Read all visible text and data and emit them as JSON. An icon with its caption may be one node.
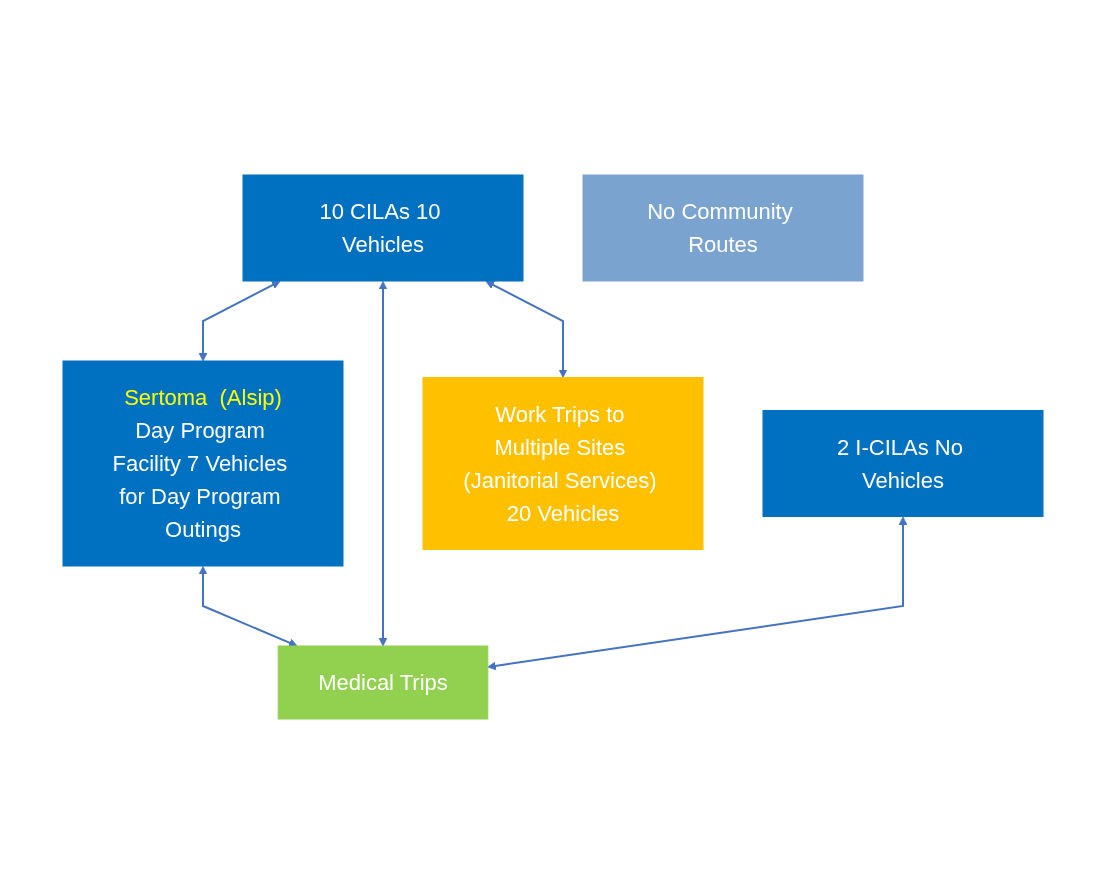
{
  "diagram": {
    "nodes": [
      {
        "text": [
          "10 CILAs 10 Vehicles"
        ]
      },
      {
        "text": [
          "No Community Routes"
        ]
      },
      {
        "text": [
          "2 I-CILAs No Vehicles"
        ]
      },
      {
        "text": [
          "Sertoma  (Alsip)",
          "Day Program Facility 7 Vehicles for Day Program Outings"
        ]
      },
      {
        "text": [
          "Work Trips to Multiple Sites (Janitorial Services) 20 Vehicles"
        ]
      },
      {
        "text": [
          "Medical Trips"
        ]
      }
    ],
    "edges": [
      {
        "from": 0,
        "to": 3,
        "arrow": "both"
      },
      {
        "from": 0,
        "to": 4,
        "arrow": "both"
      },
      {
        "from": 3,
        "to": 5,
        "arrow": "both"
      },
      {
        "from": 0,
        "to": 5,
        "arrow": "both"
      },
      {
        "from": 2,
        "to": 5,
        "arrow": "both"
      }
    ]
  }
}
